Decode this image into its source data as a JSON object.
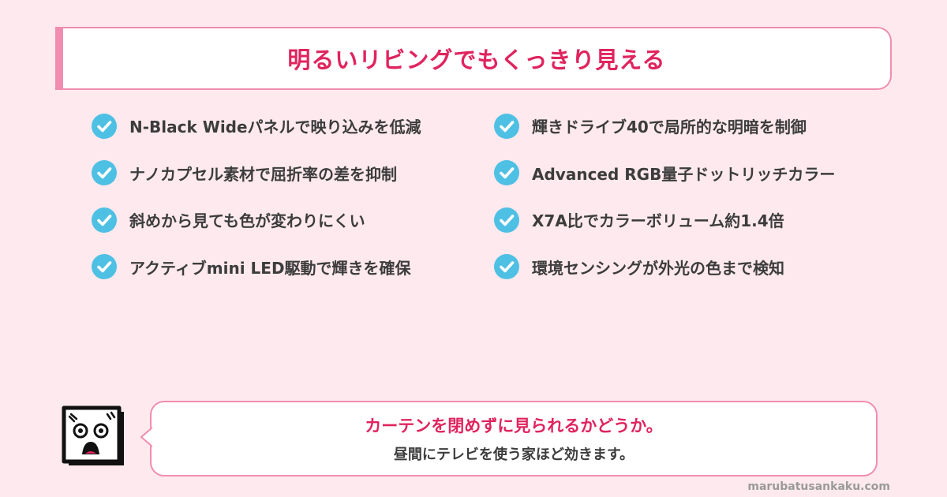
{
  "title": "明るいリビングでもくっきり見える",
  "features": [
    "N-Black Wideパネルで映り込みを低減",
    "輝きドライブ40で局所的な明暗を制御",
    "ナノカプセル素材で屈折率の差を抑制",
    "Advanced RGB量子ドットリッチカラー",
    "斜めから見ても色が変わりにくい",
    "X7A比でカラーボリューム約1.4倍",
    "アクティブmini LED駆動で輝きを確保",
    "環境センシングが外光の色まで検知"
  ],
  "speech": {
    "line1": "カーテンを閉めずに見られるかどうか。",
    "line2": "昼間にテレビを使う家ほど効きます。"
  },
  "site_url": "marubatusankaku.com",
  "colors": {
    "background": "#fde9ee",
    "accent_pink": "#e0245e",
    "border_pink": "#f08db0",
    "check_blue": "#4ec0e3"
  },
  "icons": {
    "check": "check-circle-icon",
    "mascot": "shocked-face-icon"
  }
}
